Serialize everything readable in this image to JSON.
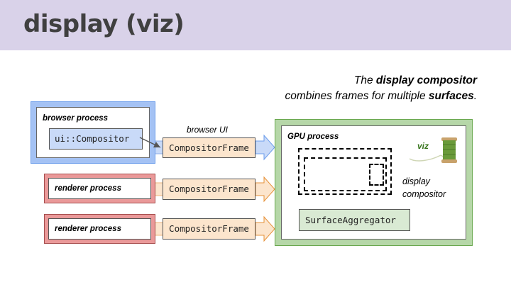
{
  "title": "display (viz)",
  "caption": {
    "line1_prefix": "The ",
    "line1_bold": "display compositor",
    "line2_prefix": "combines frames for multiple ",
    "line2_bold": "surfaces",
    "line2_suffix": "."
  },
  "browser_process": {
    "label": "browser process",
    "compositor": "ui::Compositor",
    "frame_label": "browser UI",
    "frame": "CompositorFrame"
  },
  "renderers": [
    {
      "label": "renderer process",
      "frame": "CompositorFrame"
    },
    {
      "label": "renderer process",
      "frame": "CompositorFrame"
    }
  ],
  "gpu_process": {
    "label": "GPU process",
    "logo_text": "viz",
    "display_compositor_line1": "display",
    "display_compositor_line2": "compositor",
    "aggregator": "SurfaceAggregator"
  },
  "colors": {
    "header_bg": "#d9d2e9",
    "browser_blue": "#a4c2f4",
    "renderer_red": "#ea9999",
    "gpu_green": "#b6d7a8",
    "frame_peach": "#fce5cd",
    "aggregator_green": "#d9ead3"
  }
}
